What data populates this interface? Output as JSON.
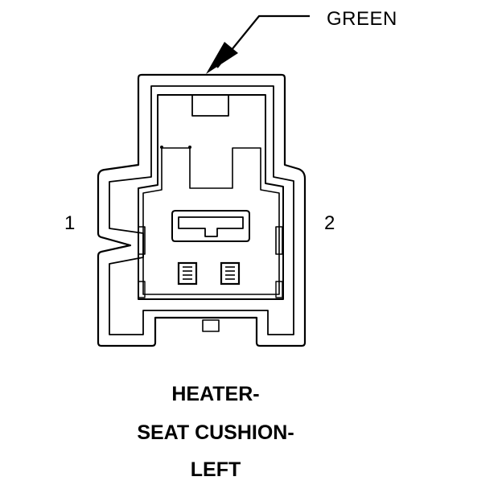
{
  "connector": {
    "color_label": "GREEN",
    "pin_labels": [
      "1",
      "2"
    ],
    "title_lines": [
      "HEATER-",
      "SEAT CUSHION-",
      "LEFT"
    ]
  },
  "colors": {
    "ink": "#000000",
    "background": "#ffffff"
  }
}
